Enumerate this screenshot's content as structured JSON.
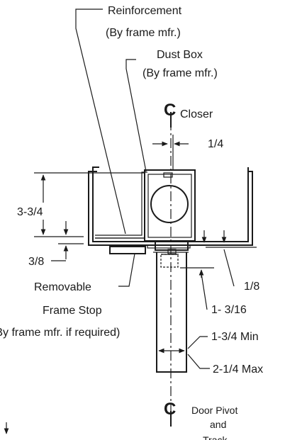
{
  "labels": {
    "reinforcement": "Reinforcement",
    "reinforcement_note": "(By frame mfr.)",
    "dust_box": "Dust Box",
    "dust_box_note": "(By frame mfr.)",
    "closer_symbol": "C",
    "closer": "Closer",
    "dim_quarter": "1/4",
    "dim_three_three_quarter": "3-3/4",
    "dim_three_eighths": "3/8",
    "dim_one_eighth": "1/8",
    "dim_one_three_sixteenths": "1- 3/16",
    "dim_min": "1-3/4 Min",
    "dim_max": "2-1/4 Max",
    "removable": "Removable",
    "frame_stop": "Frame Stop",
    "frame_stop_note": "(By frame mfr. if required)",
    "pivot_symbol": "C",
    "door_pivot": "Door Pivot",
    "and": "and",
    "truncated": "Track"
  }
}
